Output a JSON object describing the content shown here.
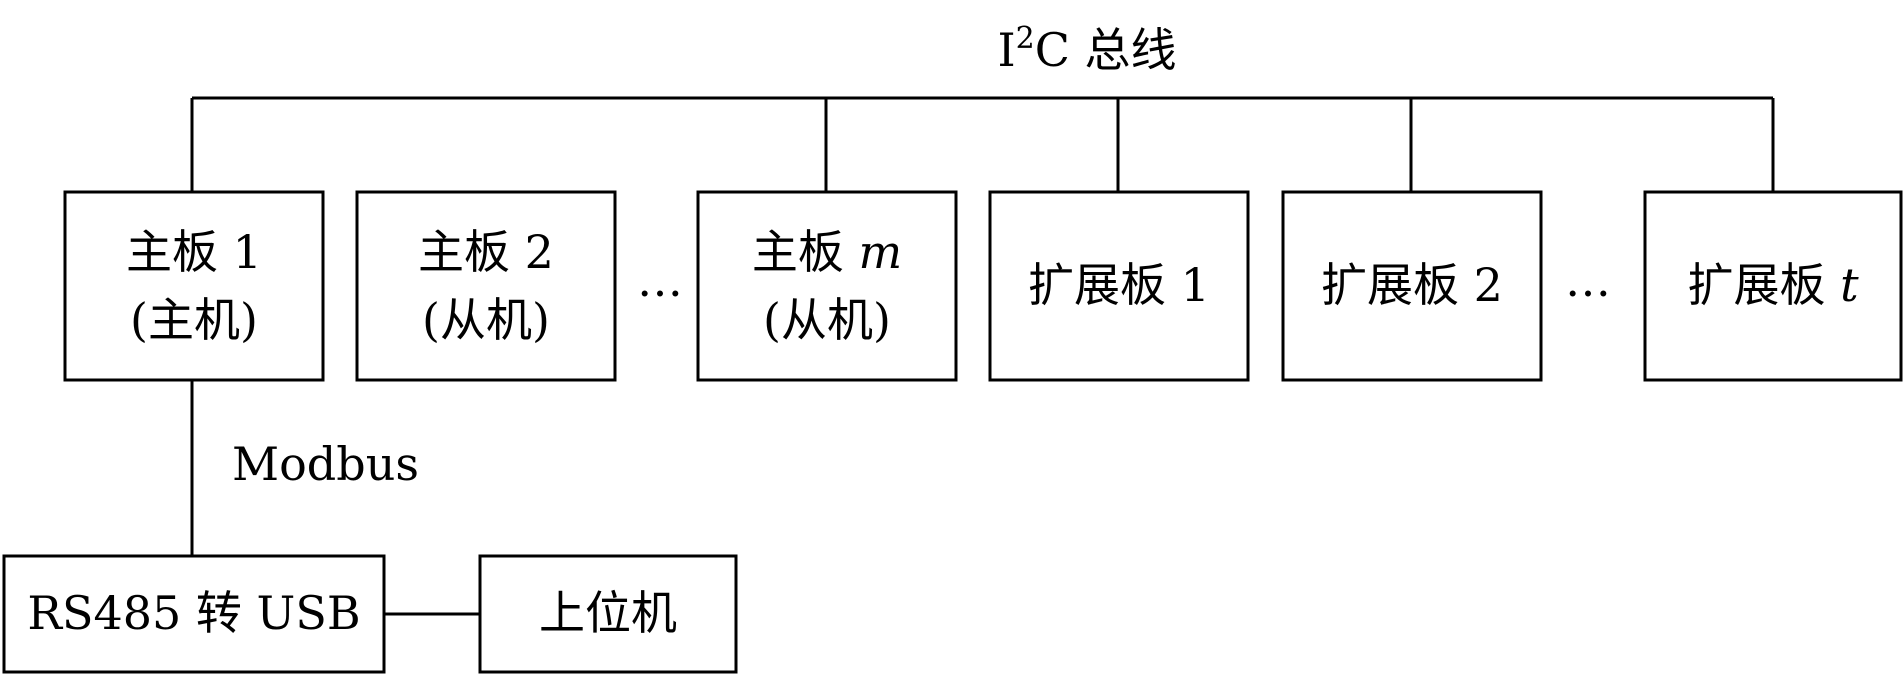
{
  "bus": {
    "prefix": "I",
    "sup": "2",
    "suffix": "C 总线"
  },
  "boards": [
    {
      "line1": "主板 ",
      "var": "1",
      "var_italic": false,
      "line2": "(主机)"
    },
    {
      "line1": "主板 ",
      "var": "2",
      "var_italic": false,
      "line2": "(从机)"
    },
    {
      "line1": "主板 ",
      "var": "m",
      "var_italic": true,
      "line2": "(从机)"
    },
    {
      "line1": "扩展板 ",
      "var": "1",
      "var_italic": false,
      "line2": ""
    },
    {
      "line1": "扩展板 ",
      "var": "2",
      "var_italic": false,
      "line2": ""
    },
    {
      "line1": "扩展板 ",
      "var": "t",
      "var_italic": true,
      "line2": ""
    }
  ],
  "ellipsis": [
    "…",
    "…"
  ],
  "modbus_label": "Modbus",
  "converter_label": "RS485 转 USB",
  "host_label": "上位机"
}
